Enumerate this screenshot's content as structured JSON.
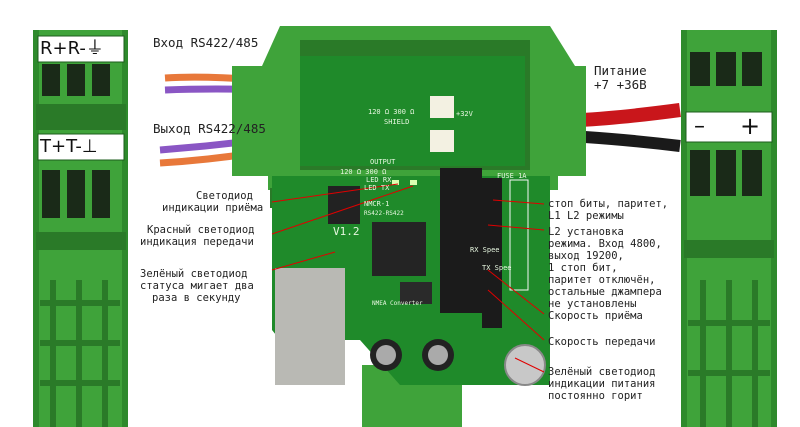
{
  "left_connector": {
    "top_label": "R+R-⏚",
    "bottom_label": "T+T-⊥"
  },
  "right_connector": {
    "label_minus": "–",
    "label_plus": "+"
  },
  "cables": {
    "input": "Вход RS422/485",
    "output": "Выход RS422/485",
    "power_line1": "Питание",
    "power_line2": "+7 +36В"
  },
  "annotations": {
    "rx_led": [
      "Светодиод",
      "индикации приёма"
    ],
    "tx_led": [
      "Красный светодиод",
      "индикация передачи"
    ],
    "status_led": [
      "Зелёный светодиод",
      "статуса мигает два",
      "раза в секунду"
    ],
    "stop_bits": [
      "стоп биты, паритет,",
      "L1 L2 режимы"
    ],
    "l2_setting": [
      "L2 установка",
      "режима. Вход 4800,",
      "выход 19200,",
      "1 стоп бит,",
      "паритет отключён,",
      "остальные джампера",
      "не установлены"
    ],
    "rx_speed": "Скорость приёма",
    "tx_speed": "Скорость передачи",
    "power_led": [
      "Зелёный светодиод",
      "индикации питания",
      "постоянно горит"
    ]
  },
  "board_text": {
    "resistor_a": "120 Ω 300 Ω",
    "resistor_b": "120 Ω 300 Ω",
    "shield": "SHIELD",
    "plus32": "+32V",
    "output": "OUTPUT",
    "led_rx": "LED RX",
    "led_tx": "LED TX",
    "fuse": "FUSE 1A",
    "model": "NMCR-1",
    "model2": "RS422-RS422",
    "model3": "NMEA Converter",
    "version": "V1.2",
    "rx_spee": "RX Spee",
    "tx_spee": "TX Spee"
  },
  "colors": {
    "housing": "#3fa33a",
    "housing_dark": "#2a7a28",
    "pcb": "#1f8a2a",
    "wire_purple": "#8a56c4",
    "wire_orange": "#e8783a",
    "wire_red": "#c9161b"
  }
}
